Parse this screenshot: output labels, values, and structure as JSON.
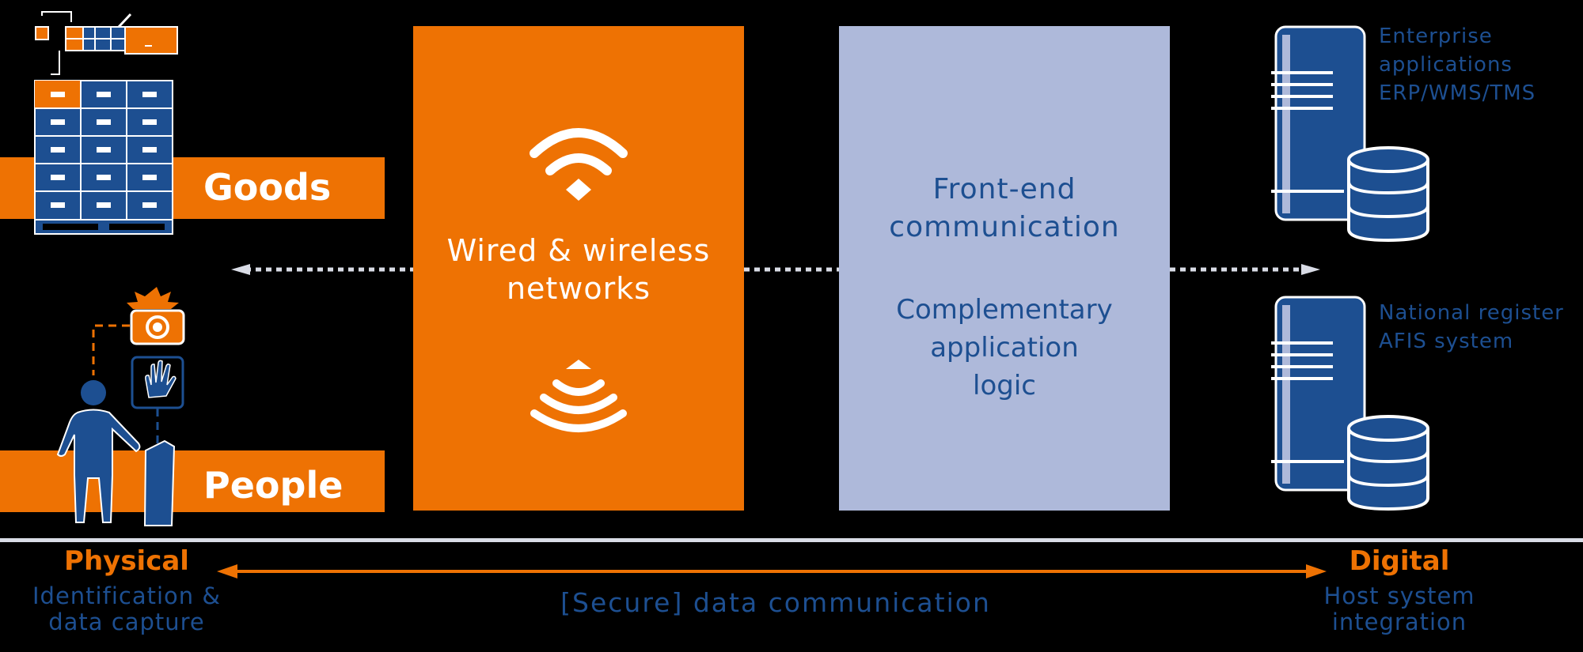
{
  "colors": {
    "orange": "#ee7203",
    "navy": "#1d4f91",
    "periwinkle": "#aeb9da",
    "background": "#000000",
    "divider": "#d9dce6"
  },
  "bands": {
    "goods": "Goods",
    "people": "People"
  },
  "networks": {
    "title": "Wired & wireless networks",
    "icons": [
      "wifi-icon",
      "rfid-signal-icon"
    ]
  },
  "frontend": {
    "line1": "Front-end communication",
    "line2": "Complementary application logic"
  },
  "hosts": [
    {
      "label_line1": "Enterprise",
      "label_line2": "applications",
      "label_line3": "ERP/WMS/TMS",
      "icon": "server-database-icon"
    },
    {
      "label_line1": "National register",
      "label_line2": "AFIS system",
      "icon": "server-database-icon"
    }
  ],
  "footer": {
    "physical_title": "Physical",
    "physical_sub1": "Identification &",
    "physical_sub2": "data capture",
    "middle": "[Secure] data communication",
    "digital_title": "Digital",
    "digital_sub1": "Host system",
    "digital_sub2": "integration"
  }
}
